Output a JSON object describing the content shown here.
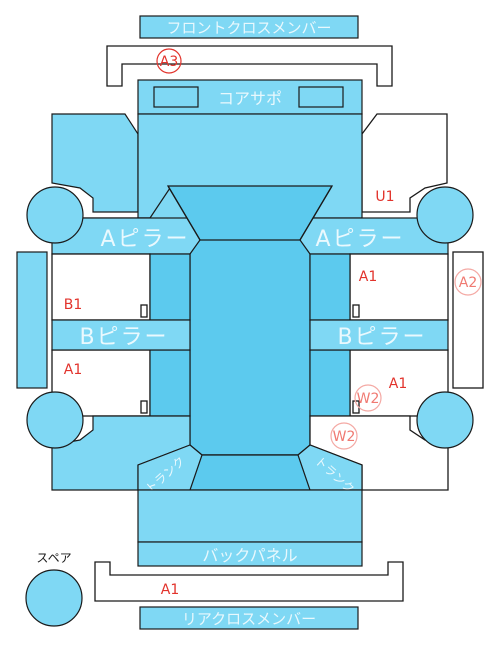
{
  "labels": {
    "front_cross_member": "フロントクロスメンバー",
    "core_support": "コアサポ",
    "a_pillar_left": "Aピラー",
    "a_pillar_right": "Aピラー",
    "b_pillar_left": "Bピラー",
    "b_pillar_right": "Bピラー",
    "back_panel": "バックパネル",
    "rear_cross_member": "リアクロスメンバー",
    "spare": "スペア",
    "trunk_left": "トランク",
    "trunk_right": "トランク"
  },
  "marks": {
    "a3": "A3",
    "u1": "U1",
    "a1_right_upper": "A1",
    "a2": "A2",
    "b1": "B1",
    "a1_left_lower": "A1",
    "a1_right_lower": "A1",
    "w2_inner": "W2",
    "w2_outer": "W2",
    "a1_rear": "A1"
  },
  "colors": {
    "panel": "#7fd8f4",
    "panel_dark": "#5ccaee",
    "outline": "#1a1a1a",
    "damage_mark": "#e2332c"
  }
}
